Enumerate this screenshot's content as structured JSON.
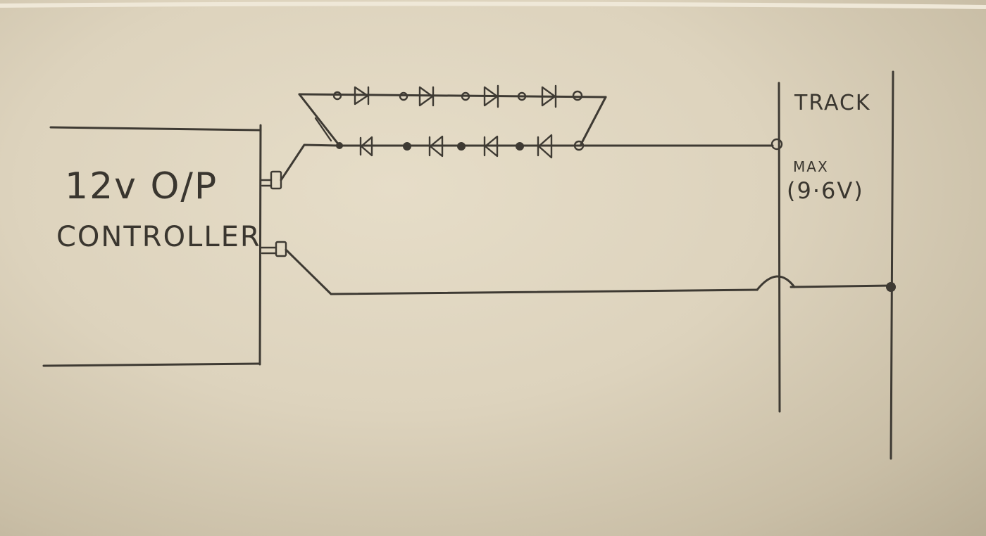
{
  "controller": {
    "line1": "12v O/P",
    "line2": "CONTROLLER"
  },
  "track": {
    "label": "TRACK",
    "max_label": "MAX",
    "max_value": "(9·6V)"
  },
  "diode_chain": {
    "forward_count": 4,
    "reverse_count": 4
  },
  "colors": {
    "paper": "#ddd3bd",
    "ink": "#3e3a33"
  }
}
